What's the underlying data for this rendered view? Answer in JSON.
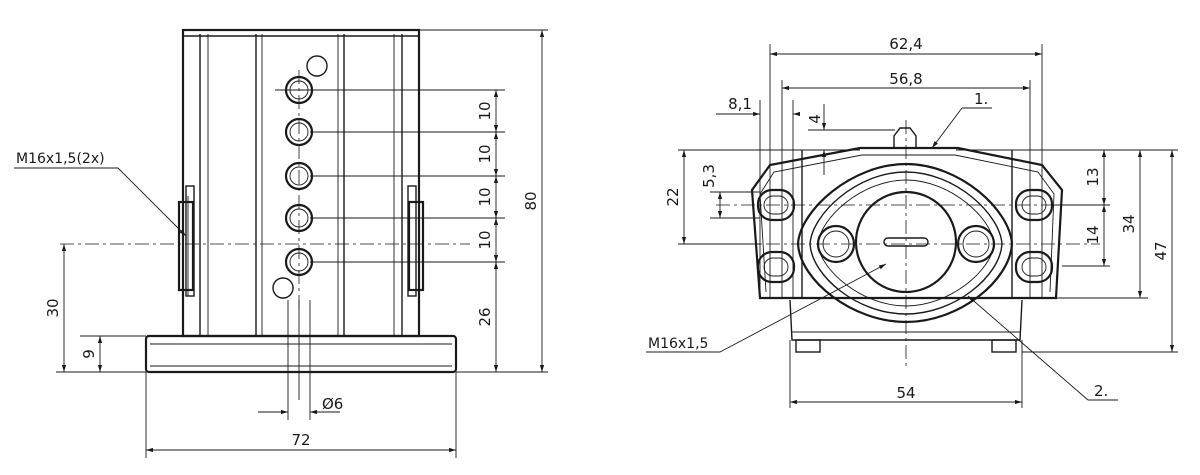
{
  "left_view": {
    "callout": "M16x1,5(2x)",
    "dims": {
      "spacing_1": "10",
      "spacing_2": "10",
      "spacing_3": "10",
      "spacing_4": "10",
      "bottom_to_port": "26",
      "overall_height": "80",
      "port_axis_height": "30",
      "base_height": "9",
      "hole_dia": "Ø6",
      "overall_width": "72"
    }
  },
  "right_view": {
    "callout_1": "1.",
    "callout_2": "2.",
    "thread": "M16x1,5",
    "dims": {
      "w_62_4": "62,4",
      "w_56_8": "56,8",
      "w_8_1": "8,1",
      "h_4": "4",
      "h_22": "22",
      "h_5_3": "5,3",
      "h_13": "13",
      "h_14": "14",
      "h_34": "34",
      "h_47": "47",
      "w_54": "54"
    }
  }
}
